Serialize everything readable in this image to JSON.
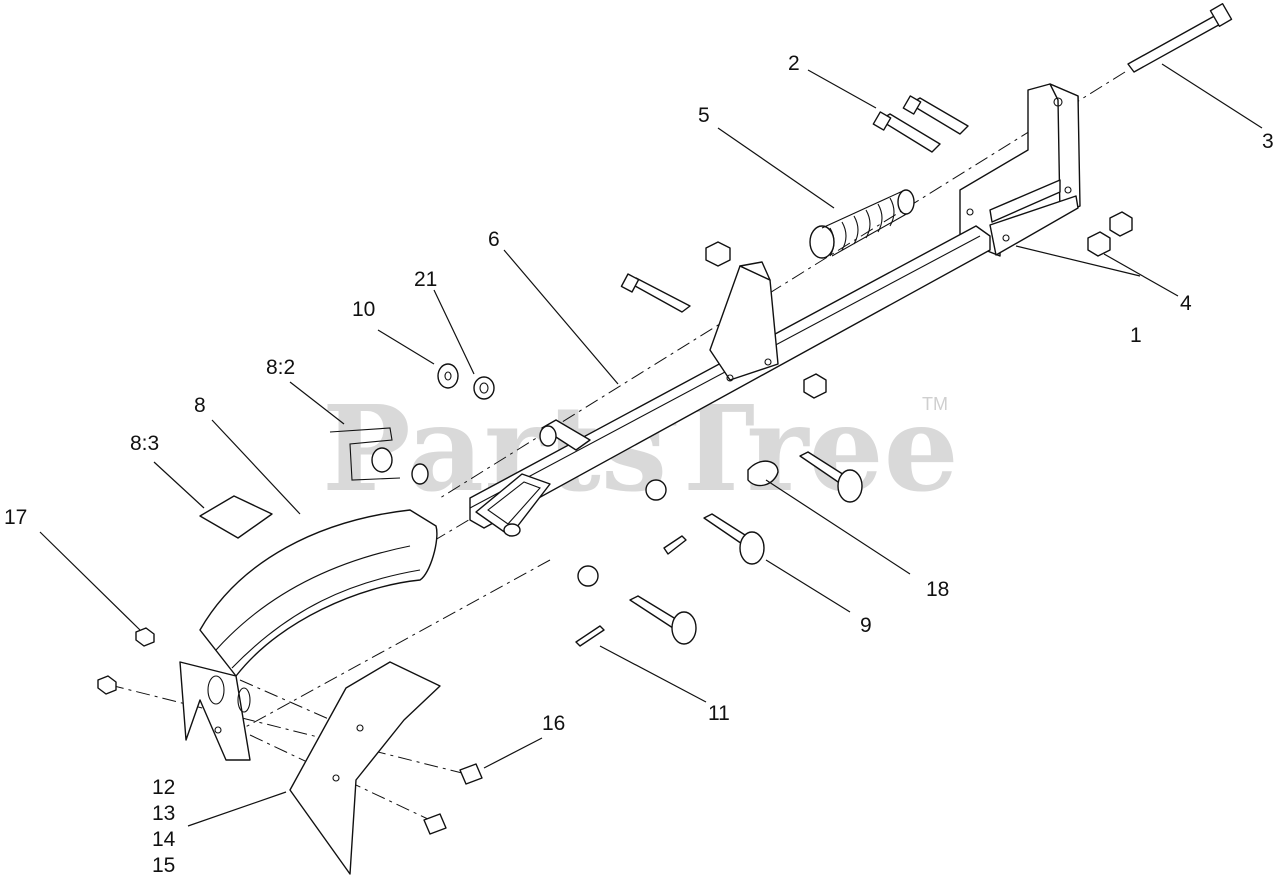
{
  "watermark": {
    "text": "PartsTree",
    "trademark": "TM"
  },
  "callouts": {
    "c1": "1",
    "c2": "2",
    "c3": "3",
    "c4": "4",
    "c5": "5",
    "c6": "6",
    "c8": "8",
    "c8_2": "8:2",
    "c8_3": "8:3",
    "c9": "9",
    "c10": "10",
    "c11": "11",
    "c12": "12",
    "c13": "13",
    "c14": "14",
    "c15": "15",
    "c16": "16",
    "c17": "17",
    "c18": "18",
    "c21": "21"
  },
  "colors": {
    "line": "#111111",
    "watermark": "#d9d9d9",
    "background": "#ffffff"
  }
}
